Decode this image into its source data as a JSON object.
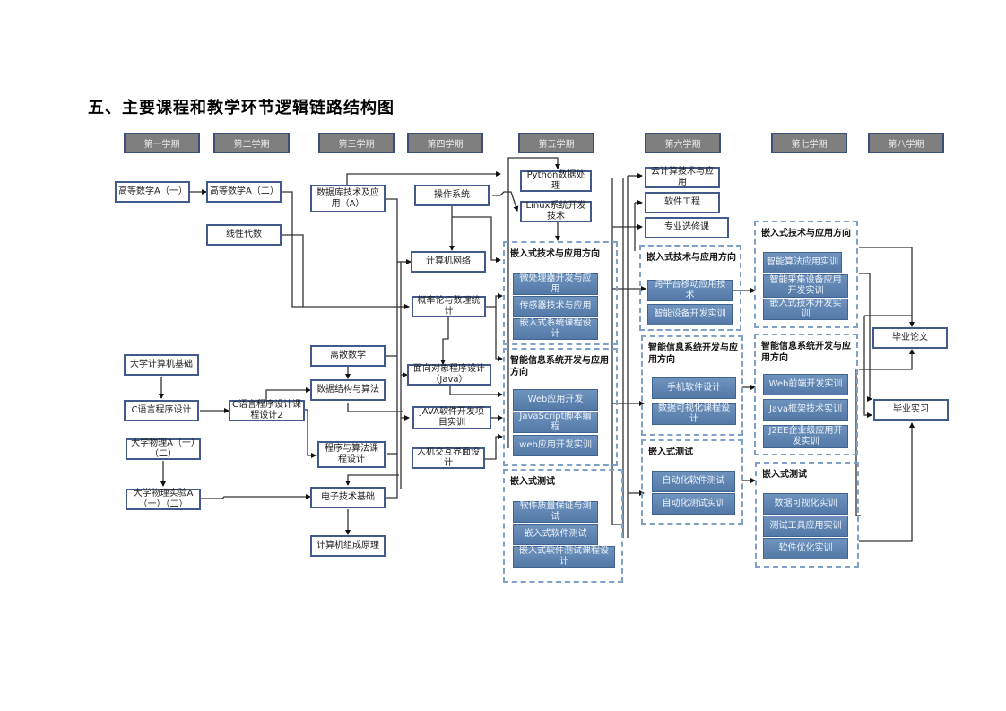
{
  "title": "五、主要课程和教学环节逻辑链路结构图",
  "semesters": [
    "第一学期",
    "第二学期",
    "第三学期",
    "第四学期",
    "第五学期",
    "第六学期",
    "第七学期",
    "第八学期"
  ],
  "courses": {
    "gdsx1": "高等数学A（一）",
    "gdsx2": "高等数学A（二）",
    "xxds": "线性代数",
    "sjk": "数据库技术及应用（A）",
    "dxjsj": "大学计算机基础",
    "cyy": "C语言程序设计",
    "ckcsj": "C语言程序设计课程设计2",
    "dxwl": "大学物理A（一）（二）",
    "dxwlsy": "大学物理实验A（一）（二）",
    "lssx": "离散数学",
    "sjjg": "数据结构与算法",
    "cxsf": "程序与算法课程设计",
    "dzjs": "电子技术基础",
    "jsjzc": "计算机组成原理",
    "czxt": "操作系统",
    "jsjwl": "计算机网络",
    "gll": "概率论与数理统计",
    "mxdx": "面向对象程序设计（Java）",
    "javaxm": "JAVA软件开发项目实训",
    "rjjh": "人机交互界面设计",
    "python": "Python数据处理",
    "linux": "Linux系统开发技术",
    "yjs": "云计算技术与应用",
    "rjgc": "软件工程",
    "zyxx": "专业选修课",
    "bylw": "毕业论文",
    "bysx": "毕业实习"
  },
  "groups": {
    "s5_embedded": {
      "title": "嵌入式技术与应用方向",
      "items": [
        "微处理器开发与应用",
        "传感器技术与应用",
        "嵌入式系统课程设计"
      ]
    },
    "s5_info": {
      "title": "智能信息系统开发与应用方向",
      "items": [
        "Web应用开发",
        "JavaScript脚本编程",
        "web应用开发实训"
      ]
    },
    "s5_test": {
      "title": "嵌入式测试",
      "items": [
        "软件质量保证与测试",
        "嵌入式软件测试",
        "嵌入式软件测试课程设计"
      ]
    },
    "s6_embedded": {
      "title": "嵌入式技术与应用方向",
      "items": [
        "跨平台移动应用技术",
        "智能设备开发实训"
      ]
    },
    "s6_info": {
      "title": "智能信息系统开发与应用方向",
      "items": [
        "手机软件设计",
        "数据可视化课程设计"
      ]
    },
    "s6_test": {
      "title": "嵌入式测试",
      "items": [
        "自动化软件测试",
        "自动化测试实训"
      ]
    },
    "s7_embedded": {
      "title": "嵌入式技术与应用方向",
      "items": [
        "智能算法应用实训",
        "智能采集设备应用开发实训",
        "嵌入式技术开发实训"
      ]
    },
    "s7_info": {
      "title": "智能信息系统开发与应用方向",
      "items": [
        "Web前端开发实训",
        "Java框架技术实训",
        "J2EE企业级应用开发实训"
      ]
    },
    "s7_test": {
      "title": "嵌入式测试",
      "items": [
        "数据可视化实训",
        "测试工具应用实训",
        "软件优化实训"
      ]
    }
  },
  "colors": {
    "semester_fill": "#7f7f7f",
    "box_border": "#41598b",
    "group_border": "#7ea2c7",
    "blue_fill": "#5f84b2"
  }
}
